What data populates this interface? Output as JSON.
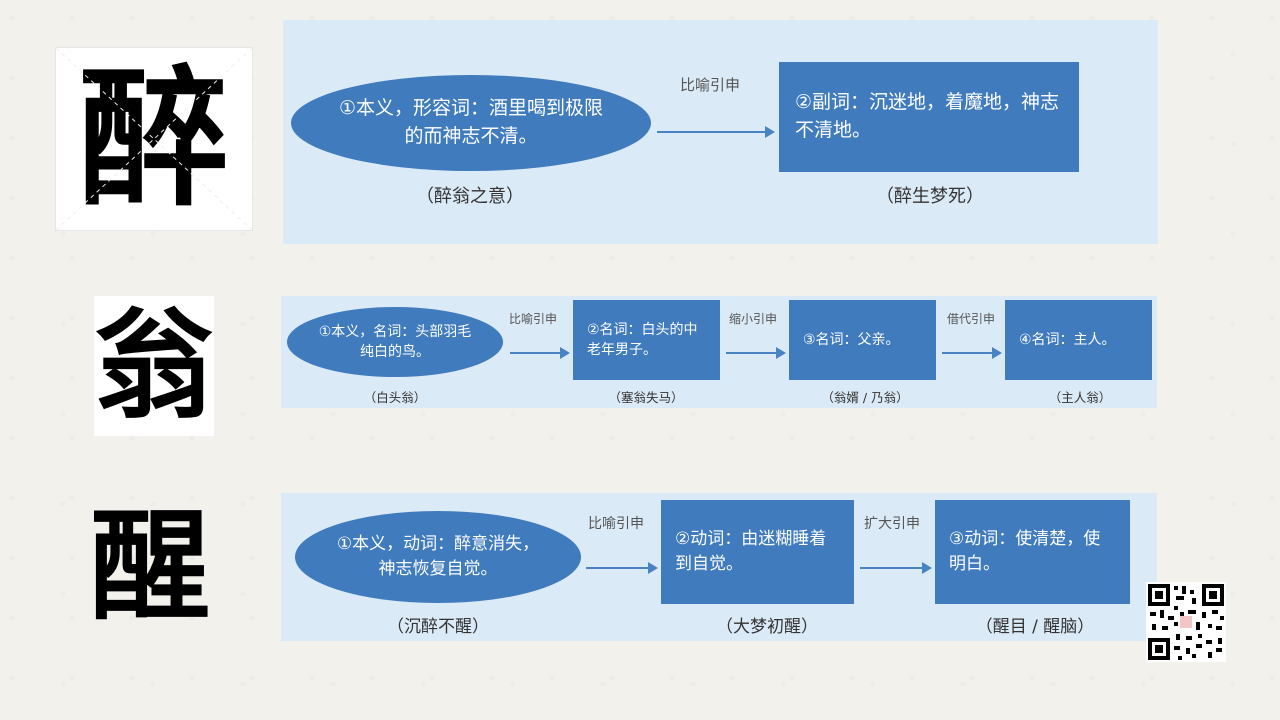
{
  "glyphs": {
    "row1": "醉",
    "row2": "翁",
    "row3": "醒"
  },
  "row1": {
    "origin": "①本义，形容词：酒里喝到极限的而神志不清。",
    "origin_caption": "（醉翁之意）",
    "arrow_label": "比喻引申",
    "derived": "②副词：沉迷地，着魔地，神志不清地。",
    "derived_caption": "（醉生梦死）"
  },
  "row2": {
    "origin": "①本义，名词：头部羽毛纯白的鸟。",
    "origin_caption": "（白头翁）",
    "arrow_labels": [
      "比喻引申",
      "缩小引申",
      "借代引申"
    ],
    "boxes": [
      "②名词：白头的中老年男子。",
      "③名词：父亲。",
      "④名词：主人。"
    ],
    "captions": [
      "（塞翁失马）",
      "（翁婿 / 乃翁）",
      "（主人翁）"
    ]
  },
  "row3": {
    "origin": "①本义，动词：醉意消失，神志恢复自觉。",
    "origin_caption": "（沉醉不醒）",
    "arrow_labels": [
      "比喻引申",
      "扩大引申"
    ],
    "boxes": [
      "②动词：由迷糊睡着到自觉。",
      "③动词：使清楚，使明白。"
    ],
    "captions": [
      "（大梦初醒）",
      "（醒目 / 醒脑）"
    ]
  },
  "colors": {
    "panel": "#dbeaf7",
    "node": "#3f7bbd",
    "arrow": "#4a83c4"
  }
}
